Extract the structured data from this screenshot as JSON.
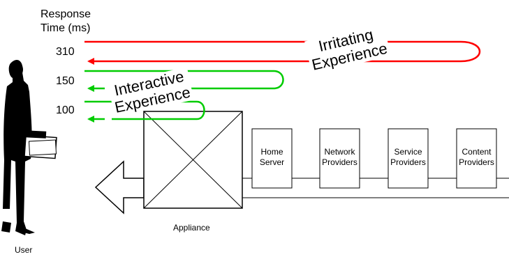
{
  "axis_title": "Response\nTime (ms)",
  "ticks": [
    {
      "label": "310"
    },
    {
      "label": "150"
    },
    {
      "label": "100"
    }
  ],
  "experiences": {
    "irritating": "Irritating\nExperience",
    "interactive": "Interactive\nExperience"
  },
  "nodes": {
    "appliance": "Appliance",
    "home_server": "Home\nServer",
    "network_providers": "Network\nProviders",
    "service_providers": "Service\nProviders",
    "content_providers": "Content\nProviders"
  },
  "user_label": "User",
  "colors": {
    "irritating_line": "#ff0000",
    "interactive_line": "#00cc00",
    "outline": "#000000"
  }
}
